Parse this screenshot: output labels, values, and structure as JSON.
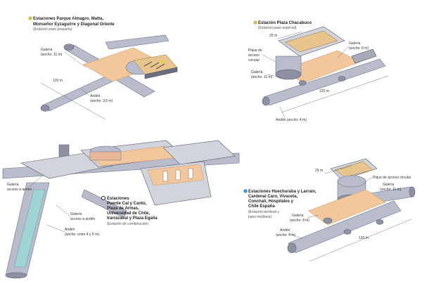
{
  "station1": {
    "title_line1": "Estaciones Parque Almagro, Matta,",
    "title_line2": "Monseñor Eyzaguirre y Diagonal Oriente",
    "subtitle": "(Estación paso pequeña)",
    "galeria_label": "Galería",
    "galeria_width": "(ancho: 11 m)",
    "length_label": "120 m",
    "anden_label": "Andén",
    "anden_width": "(ancho: 3,5 m)",
    "bullet_color": "#e0c23a"
  },
  "station2": {
    "title": "Estación Plaza Chacabuco",
    "subtitle": "(Estación paso especial)",
    "dim_top": "25 m",
    "pique_line1": "Pique de",
    "pique_line2": "acceso",
    "pique_line3": "circular",
    "galeria_right_label": "Galería",
    "galeria_right_width": "(ancho: 8 m)",
    "galeria_left_label": "Galería",
    "galeria_left_width": "(ancho: 11 m)",
    "length_label": "120 m",
    "anden_label": "Andén (ancho: 4 m)",
    "bullet_color": "#e0c23a"
  },
  "station3": {
    "title_line1": "Estaciones",
    "title_line2": "Puente Cal y Canto,",
    "title_line3": "Plaza de Armas,",
    "title_line4": "Universidad de Chile,",
    "title_line5": "Irarrázaval y Plaza Egaña",
    "subtitle": "(Estación de combinación)",
    "galeria_acceso_line1": "Galería",
    "galeria_acceso_line2": "acceso a andén",
    "galeria_acceso2_line1": "Galería",
    "galeria_acceso2_line2": "acceso a andén",
    "anden_label": "Andén",
    "anden_width": "(ancho: entre 4 y 5 m)",
    "bullet_color": "#ffffff"
  },
  "station4": {
    "title_line1": "Estaciones Huechuraba y Larraín,",
    "title_line2": "Cardenal Caro, Vivaceta,",
    "title_line3": "Conchalí, Hospitales y",
    "title_line4": "Chile España",
    "subtitle_line1": "(Estación terminal y",
    "subtitle_line2": "paso mediana)",
    "dim_top": "25 m",
    "pique_label": "Pique de acceso circular",
    "galeria_right_label": "Galería",
    "galeria_right_width": "(ancho: 11 m)",
    "galeria_left_label": "Galería",
    "galeria_left_width": "(ancho: 8 m)",
    "anden_label": "Andén",
    "anden_width": "(ancho: 4 m)",
    "length_label": "120 m",
    "bullet_color": "#2a9fd8"
  }
}
